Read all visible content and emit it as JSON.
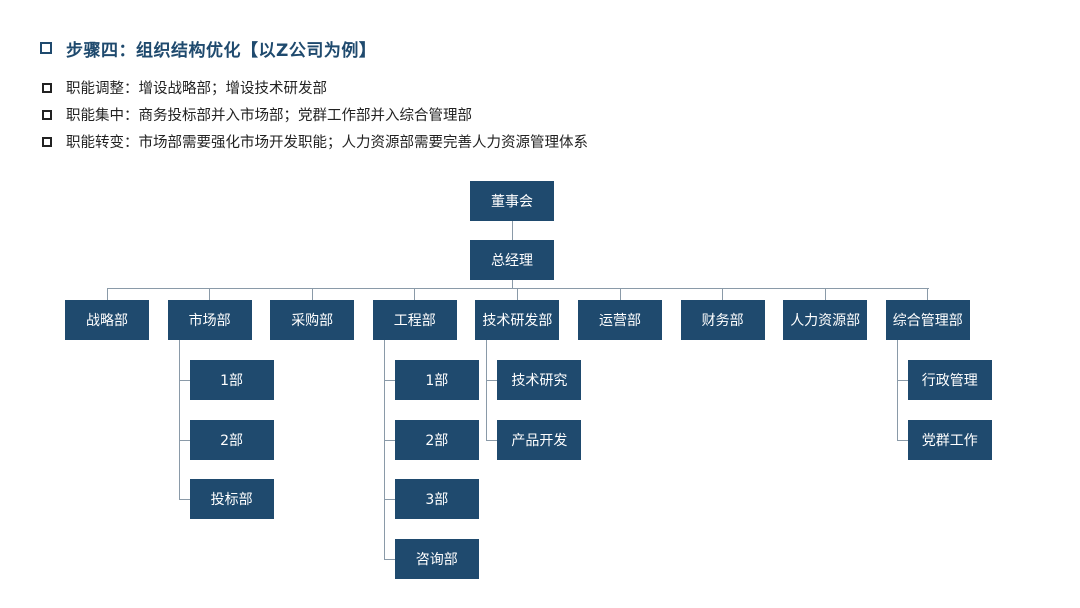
{
  "title": "步骤四：组织结构优化【以Z公司为例】",
  "bullets": [
    "职能调整：增设战略部；增设技术研发部",
    "职能集中：商务投标部并入市场部；党群工作部并入综合管理部",
    "职能转变：市场部需要强化市场开发职能；人力资源部需要完善人力资源管理体系"
  ],
  "org": {
    "board": "董事会",
    "gm": "总经理",
    "departments": [
      {
        "label": "战略部",
        "children": []
      },
      {
        "label": "市场部",
        "children": [
          "1部",
          "2部",
          "投标部"
        ]
      },
      {
        "label": "采购部",
        "children": []
      },
      {
        "label": "工程部",
        "children": [
          "1部",
          "2部",
          "3部",
          "咨询部"
        ]
      },
      {
        "label": "技术研发部",
        "children": [
          "技术研究",
          "产品开发"
        ]
      },
      {
        "label": "运营部",
        "children": []
      },
      {
        "label": "财务部",
        "children": []
      },
      {
        "label": "人力资源部",
        "children": []
      },
      {
        "label": "综合管理部",
        "children": [
          "行政管理",
          "党群工作"
        ]
      }
    ]
  },
  "colors": {
    "node": "#1f4a6e",
    "line": "#8a9aa8",
    "title": "#1f4a6e"
  }
}
